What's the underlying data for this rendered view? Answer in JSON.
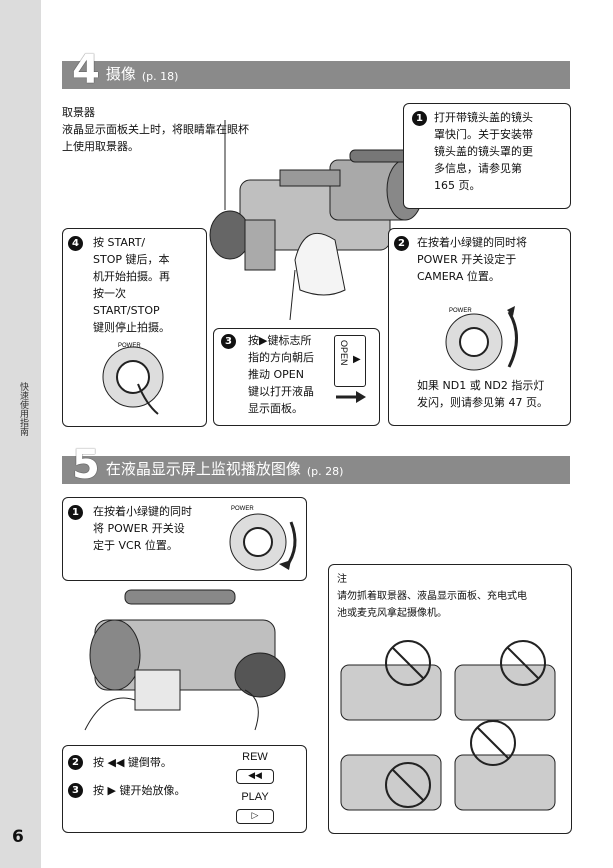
{
  "sidebar": {
    "label": "快速使用指南",
    "page_number": "6"
  },
  "section4": {
    "number": "4",
    "title": "摄像",
    "page_ref": "(p. 18)",
    "viewfinder_title": "取景器",
    "viewfinder_text1": "液晶显示面板关上时，将眼睛靠在眼杯",
    "viewfinder_text2": "上使用取景器。",
    "step1": {
      "num": "1",
      "lines": [
        "打开带镜头盖的镜头",
        "罩快门。关于安装带",
        "镜头盖的镜头罩的更",
        "多信息，请参见第",
        "165 页。"
      ]
    },
    "step2": {
      "num": "2",
      "lines": [
        "在按着小绿键的同时将",
        "POWER 开关设定于",
        "CAMERA 位置。"
      ],
      "note_lines": [
        "如果 ND1 或 ND2 指示灯",
        "发闪，则请参见第 47 页。"
      ]
    },
    "step3": {
      "num": "3",
      "lines": [
        "按▶键标志所",
        "指的方向朝后",
        "推动 OPEN",
        "键以打开液晶",
        "显示面板。"
      ],
      "open_label": "OPEN"
    },
    "step4": {
      "num": "4",
      "lines": [
        "按 START/",
        "STOP 键后，本",
        "机开始拍摄。再",
        "按一次",
        "START/STOP",
        "键则停止拍摄。"
      ]
    },
    "power_label": "POWER"
  },
  "section5": {
    "number": "5",
    "title": "在液晶显示屏上监视播放图像",
    "page_ref": "(p. 28)",
    "step1": {
      "num": "1",
      "lines": [
        "在按着小绿键的同时",
        "将 POWER 开关设",
        "定于 VCR 位置。"
      ]
    },
    "step2": {
      "num": "2",
      "text": "按 ◀◀ 键倒带。"
    },
    "step3": {
      "num": "3",
      "text": "按 ▶ 键开始放像。"
    },
    "rew_label": "REW",
    "play_label": "PLAY",
    "note_title": "注",
    "note_lines": [
      "请勿抓着取景器、液晶显示面板、充电式电",
      "池或麦克风拿起摄像机。"
    ]
  }
}
